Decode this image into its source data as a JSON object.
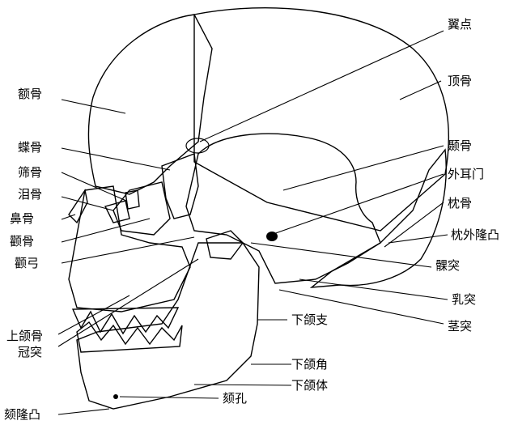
{
  "labels": {
    "pterion": "翼点",
    "frontal": "额骨",
    "parietal": "顶骨",
    "sphenoid": "蝶骨",
    "temporal": "颞骨",
    "ethmoid": "筛骨",
    "ext_acoustic": "外耳门",
    "lacrimal": "泪骨",
    "occipital": "枕骨",
    "nasal": "鼻骨",
    "ext_occ_protuberance": "枕外隆凸",
    "zygomatic": "颧骨",
    "condylar": "髁突",
    "zyg_arch": "颧弓",
    "mastoid": "乳突",
    "maxilla": "上颌骨",
    "ramus": "下颌支",
    "styloid": "茎突",
    "angle": "下颌角",
    "coronoid": "冠突",
    "body": "下颌体",
    "mental_foramen": "颏孔",
    "mental_protuberance": "颏隆凸"
  },
  "colors": {
    "frontal_occipital": "#1f3fe0",
    "temporal_sphenoid": "#f5b800",
    "sphenoid_light": "#ffe06a",
    "maxilla": "#7ed28a",
    "mandible": "#f062b4",
    "zygomatic": "#f5b800",
    "outline": "#000000"
  }
}
